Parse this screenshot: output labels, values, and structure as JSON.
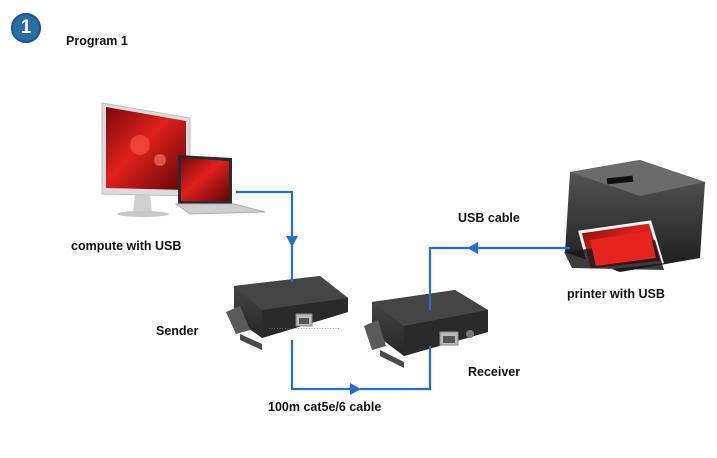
{
  "step_number": "1",
  "program_title": "Program 1",
  "labels": {
    "computer": "compute with USB",
    "printer": "printer with USB",
    "usb_cable": "USB cable",
    "sender": "Sender",
    "receiver": "Receiver",
    "network_cable": "100m cat5e/6 cable"
  },
  "colors": {
    "connector_line": "#1f6fd6",
    "badge": "#2a6ea8",
    "device_body": "#3a3a3a"
  }
}
